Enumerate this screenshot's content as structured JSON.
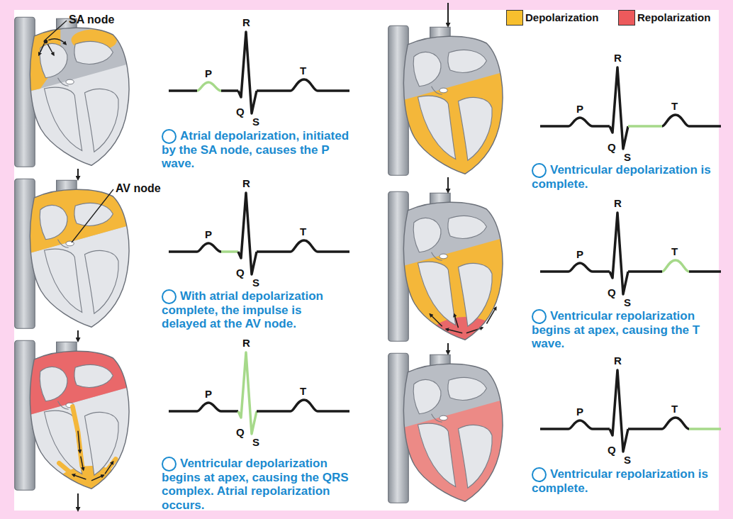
{
  "diagram": {
    "labels": [
      "SA node",
      "R",
      "P",
      "T",
      "Q",
      "S",
      "Atrial depolarization, initiated by the SA node, causes the P wave.",
      "AV node",
      "R",
      "P",
      "T",
      "Q",
      "S",
      "With atrial depolarization complete, the impulse is delayed at the AV node.",
      "R",
      "P",
      "T",
      "Q",
      "S",
      "Ventricular depolarization begins at apex, causing the QRS complex. Atrial repolarization occurs.",
      "R",
      "P",
      "T",
      "Q",
      "S",
      "Ventricular depolarization is complete.",
      "R",
      "P",
      "T",
      "Q",
      "S",
      "Ventricular repolarization begins at apex, causing the T wave.",
      "R",
      "P",
      "T",
      "Q",
      "S",
      "Ventricular repolarization is complete."
    ],
    "legend": [
      {
        "text": "Depolarization",
        "color": "#f7bf2e"
      },
      {
        "text": "Repolarization",
        "color": "#ec5a5c"
      }
    ]
  }
}
